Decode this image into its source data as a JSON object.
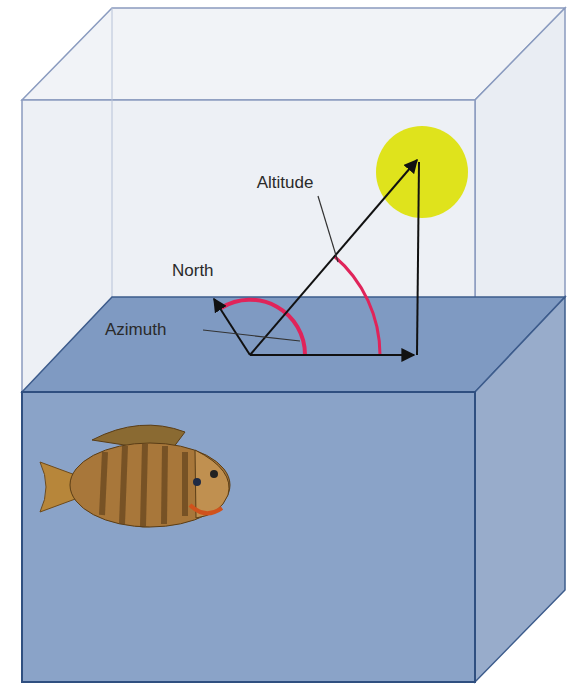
{
  "diagram": {
    "labels": [
      "Altitude",
      "North",
      "Azimuth"
    ]
  }
}
